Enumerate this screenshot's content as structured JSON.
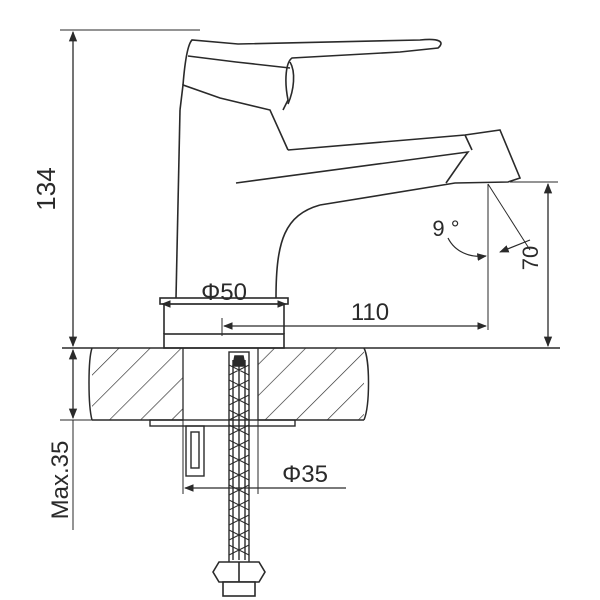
{
  "diagram": {
    "dimensions": {
      "overall_height": "134",
      "spout_reach": "110",
      "base_diameter": "Φ50",
      "spout_height": "70",
      "spout_angle": "9 °",
      "hole_diameter": "Φ35",
      "max_deck_thickness": "Max.35"
    },
    "colors": {
      "line": "#2a2a2a",
      "page": "#ffffff"
    }
  }
}
